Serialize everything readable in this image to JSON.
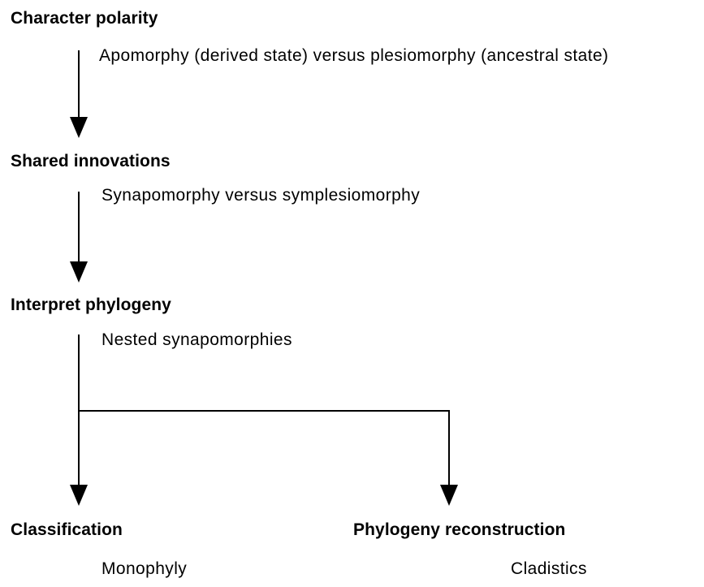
{
  "diagram": {
    "steps": [
      {
        "title": "Character polarity",
        "detail": "Apomorphy (derived state) versus plesiomorphy (ancestral state)"
      },
      {
        "title": "Shared innovations",
        "detail": "Synapomorphy versus symplesiomorphy"
      },
      {
        "title": "Interpret phylogeny",
        "detail": "Nested synapomorphies"
      }
    ],
    "outcomes": [
      {
        "title": "Classification",
        "detail": "Monophyly"
      },
      {
        "title": "Phylogeny reconstruction",
        "detail": "Cladistics"
      }
    ],
    "colors": {
      "line": "#000000",
      "text": "#000000",
      "background": "#ffffff"
    }
  }
}
